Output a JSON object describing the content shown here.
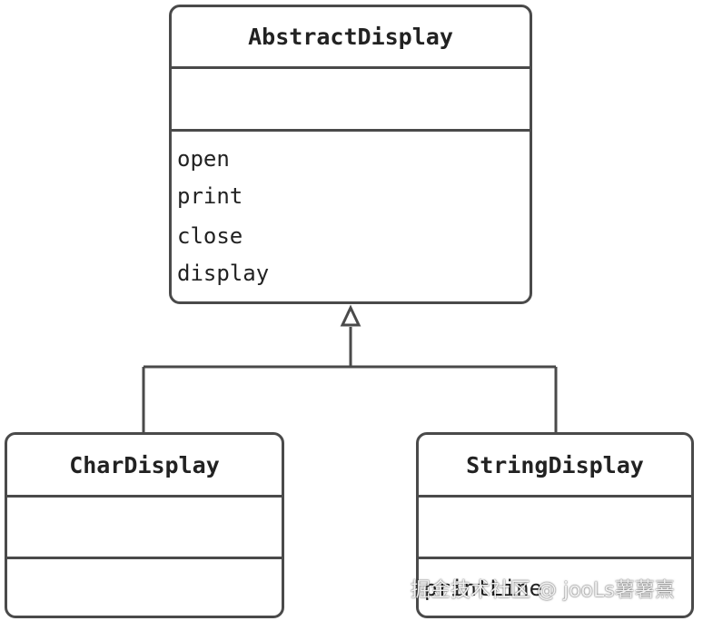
{
  "classes": {
    "abstract_display": {
      "name": "AbstractDisplay",
      "attributes": [],
      "operations": [
        "open",
        "print",
        "close",
        "display"
      ]
    },
    "char_display": {
      "name": "CharDisplay",
      "attributes": [],
      "operations": []
    },
    "string_display": {
      "name": "StringDisplay",
      "attributes": [],
      "operations": [
        "printLine"
      ]
    }
  },
  "relations": [
    {
      "type": "generalization",
      "from": "CharDisplay",
      "to": "AbstractDisplay"
    },
    {
      "type": "generalization",
      "from": "StringDisplay",
      "to": "AbstractDisplay"
    }
  ],
  "watermark": "掘金技术社区 @ jooLs薯薯熹",
  "colors": {
    "stroke": "#4a4a4a",
    "text": "#222222",
    "background": "#ffffff"
  }
}
